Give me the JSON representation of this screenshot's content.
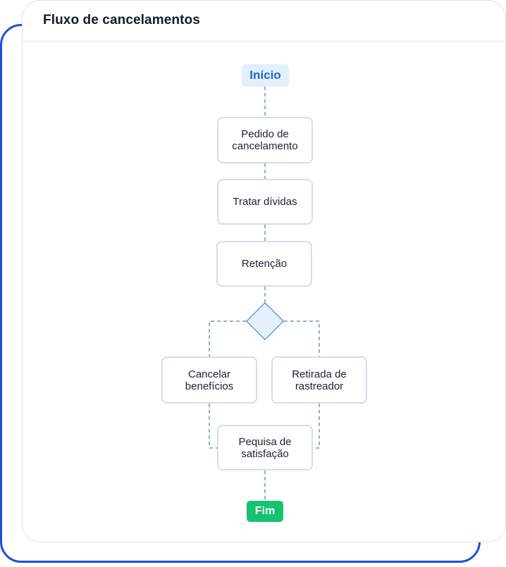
{
  "card": {
    "title": "Fluxo de cancelamentos"
  },
  "flow": {
    "start": "Início",
    "steps": {
      "request": "Pedido de cancelamento",
      "debts": "Tratar dívidas",
      "retention": "Retenção",
      "cancel_benefits": "Cancelar benefícios",
      "tracker_removal": "Retirada de rastreador",
      "survey": "Pequisa de satisfação"
    },
    "end": "Fim"
  },
  "colors": {
    "frame_accent": "#1d4ed8",
    "start_bg": "#e3f0fc",
    "start_text": "#1e63d6",
    "end_bg": "#16c172",
    "connector": "#8fb0d6",
    "decision_fill": "#e4f0fb",
    "decision_stroke": "#2d6be0"
  }
}
